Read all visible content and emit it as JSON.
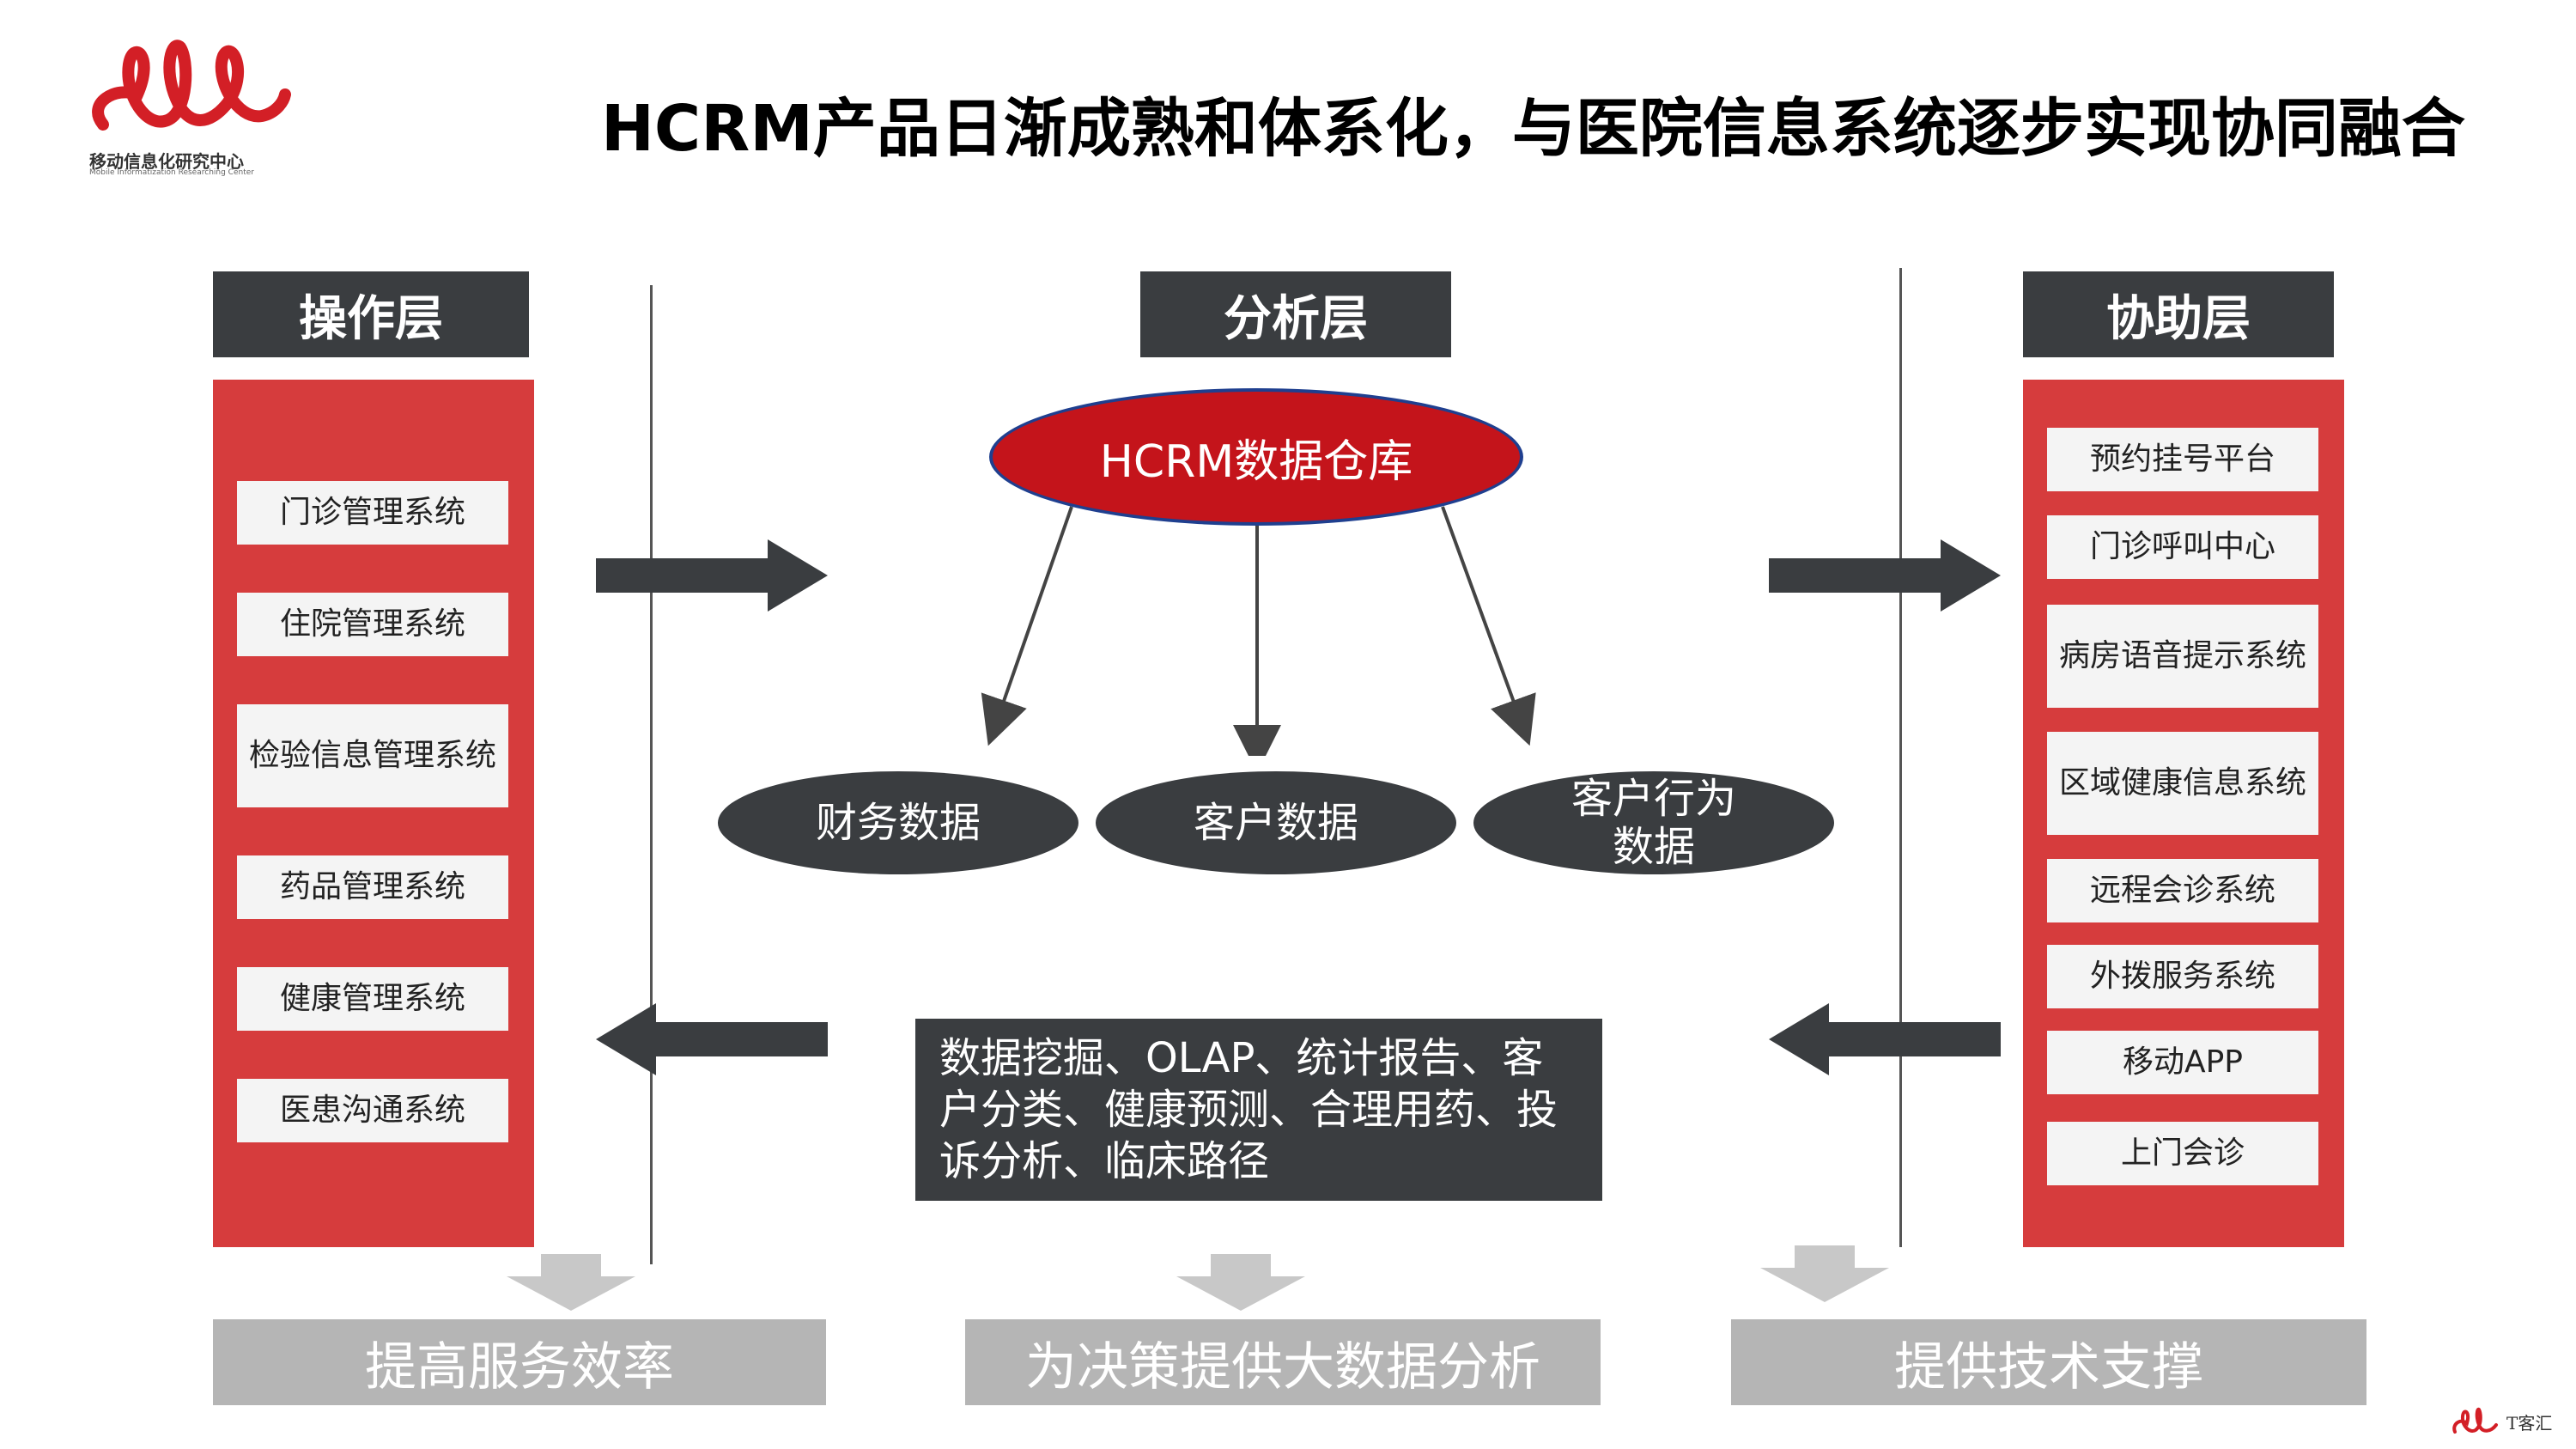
{
  "logo": {
    "name_cn": "移动信息化研究中心",
    "name_en": "Mobile  Informatization Researching Center"
  },
  "title": "HCRM产品日渐成熟和体系化，与医院信息系统逐步实现协同融合",
  "layers": {
    "operation": {
      "title": "操作层",
      "items": [
        "门诊管理系统",
        "住院管理系统",
        "检验信息管理系统",
        "药品管理系统",
        "健康管理系统",
        "医患沟通系统"
      ]
    },
    "analysis": {
      "title": "分析层",
      "warehouse": "HCRM数据仓库",
      "data_nodes": [
        "财务数据",
        "客户数据",
        "客户行为数据"
      ],
      "methods": "数据挖掘、OLAP、统计报告、客户分类、健康预测、合理用药、投诉分析、临床路径"
    },
    "assist": {
      "title": "协助层",
      "items": [
        "预约挂号平台",
        "门诊呼叫中心",
        "病房语音提示系统",
        "区域健康信息系统",
        "远程会诊系统",
        "外拨服务系统",
        "移动APP",
        "上门会诊"
      ]
    }
  },
  "outcomes": [
    "提高服务效率",
    "为决策提供大数据分析",
    "提供技术支撑"
  ],
  "footer": {
    "brand": "T客汇"
  },
  "colors": {
    "dark": "#3a3d40",
    "red": "#d63c3d",
    "warehouse_red": "#c4141b",
    "gray_bar": "#b5b5b5"
  }
}
